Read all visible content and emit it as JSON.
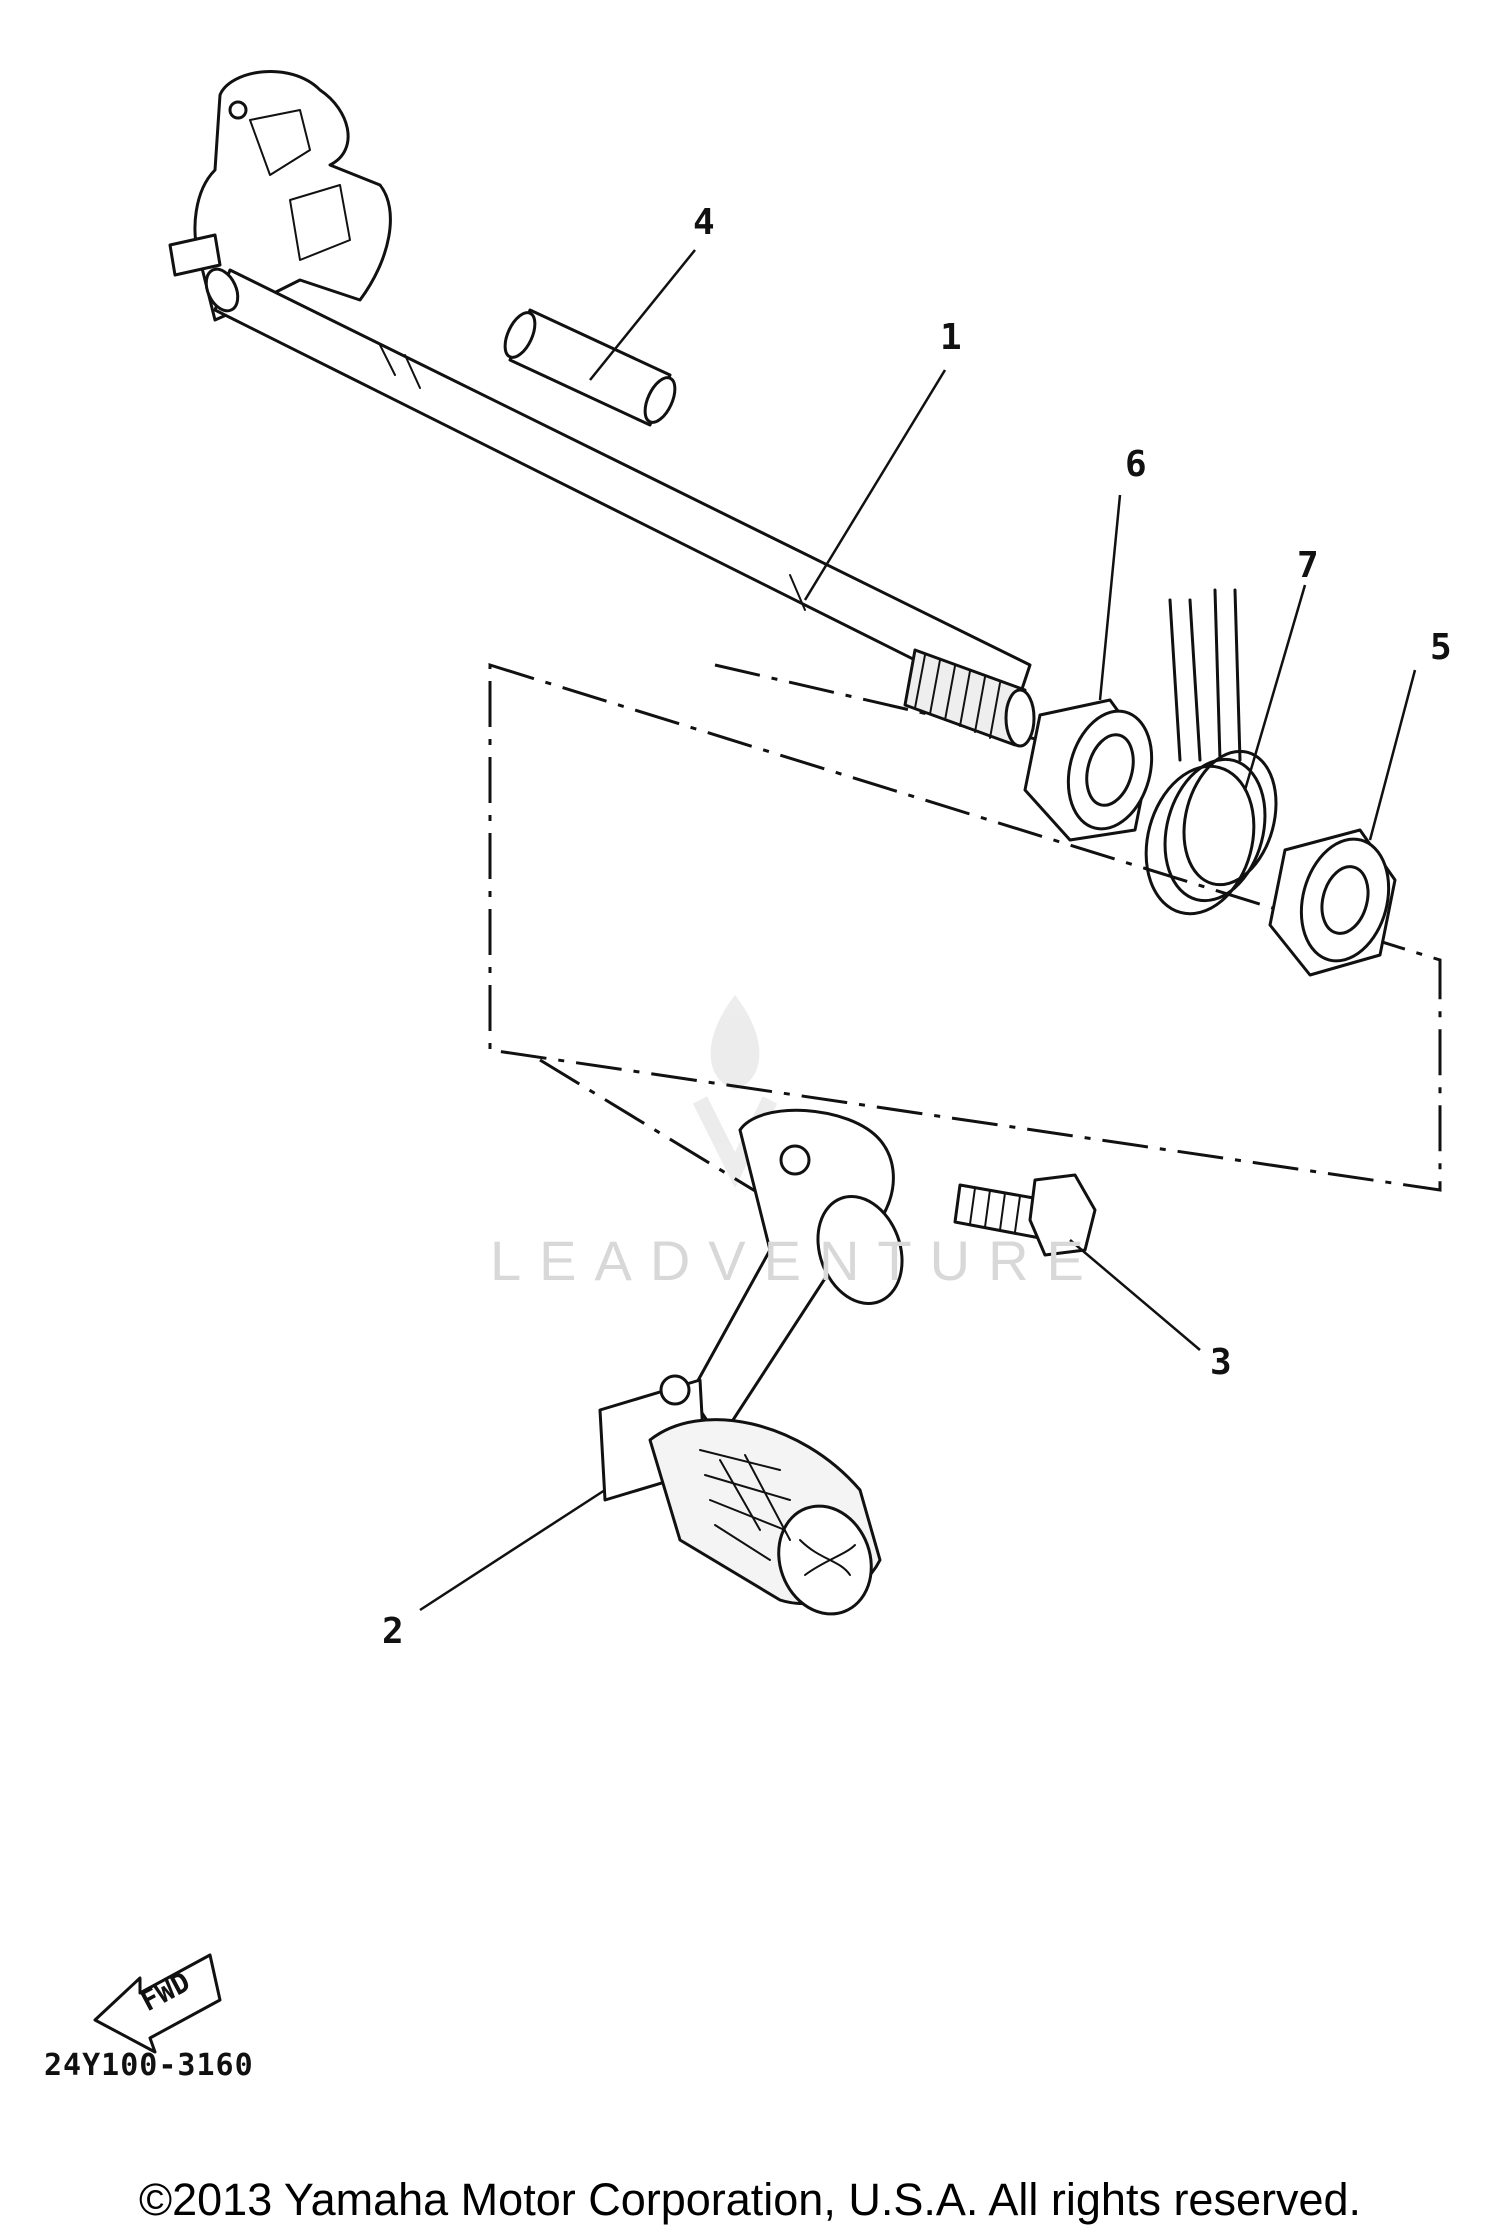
{
  "diagram": {
    "callouts": [
      {
        "id": "1",
        "label": "1"
      },
      {
        "id": "2",
        "label": "2"
      },
      {
        "id": "3",
        "label": "3"
      },
      {
        "id": "4",
        "label": "4"
      },
      {
        "id": "5",
        "label": "5"
      },
      {
        "id": "6",
        "label": "6"
      },
      {
        "id": "7",
        "label": "7"
      }
    ],
    "fwd_label": "FWD",
    "diagram_code": "24Y100-3160",
    "watermark": "LEADVENTURE",
    "copyright": "©2013 Yamaha Motor Corporation, U.S.A. All rights reserved."
  }
}
